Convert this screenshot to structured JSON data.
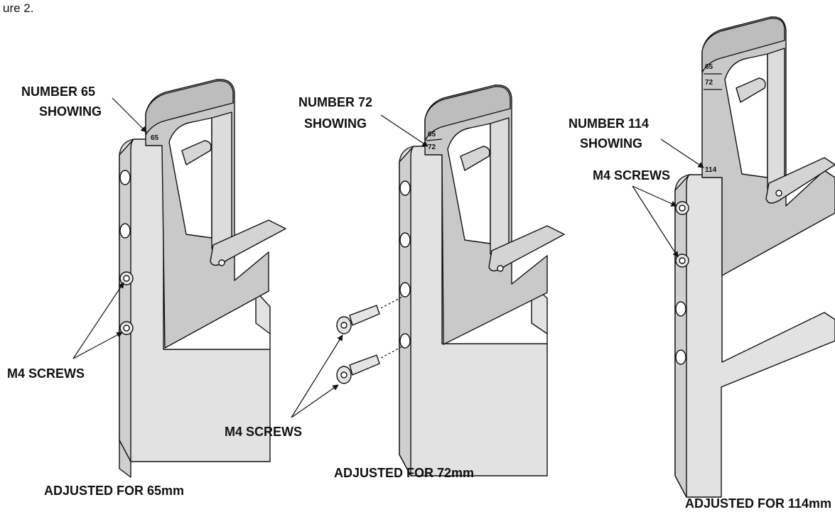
{
  "caption": "ure 2.",
  "assemblies": [
    {
      "callout": [
        "NUMBER 65",
        "SHOWING"
      ],
      "scale_marks": [
        "65"
      ],
      "screws_label": "M4 SCREWS",
      "title": "ADJUSTED FOR 65mm"
    },
    {
      "callout": [
        "NUMBER 72",
        "SHOWING"
      ],
      "scale_marks": [
        "65",
        "72"
      ],
      "screws_label": "M4 SCREWS",
      "title": "ADJUSTED FOR 72mm"
    },
    {
      "callout": [
        "NUMBER 114",
        "SHOWING"
      ],
      "scale_marks": [
        "65",
        "72",
        "114"
      ],
      "screws_label": "M4 SCREWS",
      "title": "ADJUSTED FOR 114mm"
    }
  ],
  "colors": {
    "body": "#e2e2e2",
    "slider": "#c4c4c4",
    "shade": "#9a9a9a",
    "line": "#111111"
  }
}
